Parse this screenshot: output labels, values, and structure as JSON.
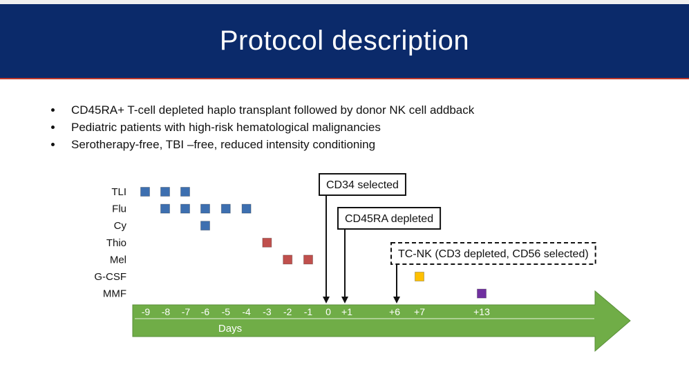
{
  "title": "Protocol description",
  "bullets": [
    "CD45RA+ T-cell depleted haplo transplant followed by donor NK cell addback",
    "Pediatric patients with high-risk hematological malignancies",
    "Serotherapy-free, TBI –free, reduced intensity conditioning"
  ],
  "timeline": {
    "axis_label": "Days",
    "ticks": [
      {
        "label": "-9",
        "day": -9
      },
      {
        "label": "-8",
        "day": -8
      },
      {
        "label": "-7",
        "day": -7
      },
      {
        "label": "-6",
        "day": -6
      },
      {
        "label": "-5",
        "day": -5
      },
      {
        "label": "-4",
        "day": -4
      },
      {
        "label": "-3",
        "day": -3
      },
      {
        "label": "-2",
        "day": -2
      },
      {
        "label": "-1",
        "day": -1
      },
      {
        "label": "0",
        "day": 0
      },
      {
        "label": "+1",
        "day": 1
      },
      {
        "label": "+6",
        "day": 6
      },
      {
        "label": "+7",
        "day": 7
      },
      {
        "label": "+13",
        "day": 13
      }
    ],
    "rows": [
      {
        "label": "TLI",
        "days": [
          -9,
          -8,
          -7
        ],
        "color": "#3d6fb0"
      },
      {
        "label": "Flu",
        "days": [
          -8,
          -7,
          -6,
          -5,
          -4
        ],
        "color": "#3d6fb0"
      },
      {
        "label": "Cy",
        "days": [
          -6
        ],
        "color": "#3d6fb0"
      },
      {
        "label": "Thio",
        "days": [
          -3
        ],
        "color": "#c0504d"
      },
      {
        "label": "Mel",
        "days": [
          -2,
          -1
        ],
        "color": "#c0504d"
      },
      {
        "label": "G-CSF",
        "days": [
          7
        ],
        "color": "#ffc000"
      },
      {
        "label": "MMF",
        "days": [
          13
        ],
        "color": "#7030a0"
      }
    ],
    "events": [
      {
        "label": "CD34 selected",
        "day": 0,
        "dashed": false
      },
      {
        "label": "CD45RA depleted",
        "day": 1,
        "dashed": false
      },
      {
        "label": "TC-NK (CD3 depleted, CD56 selected)",
        "day": 6,
        "dashed": true
      }
    ],
    "arrow_color": "#70ad47"
  }
}
